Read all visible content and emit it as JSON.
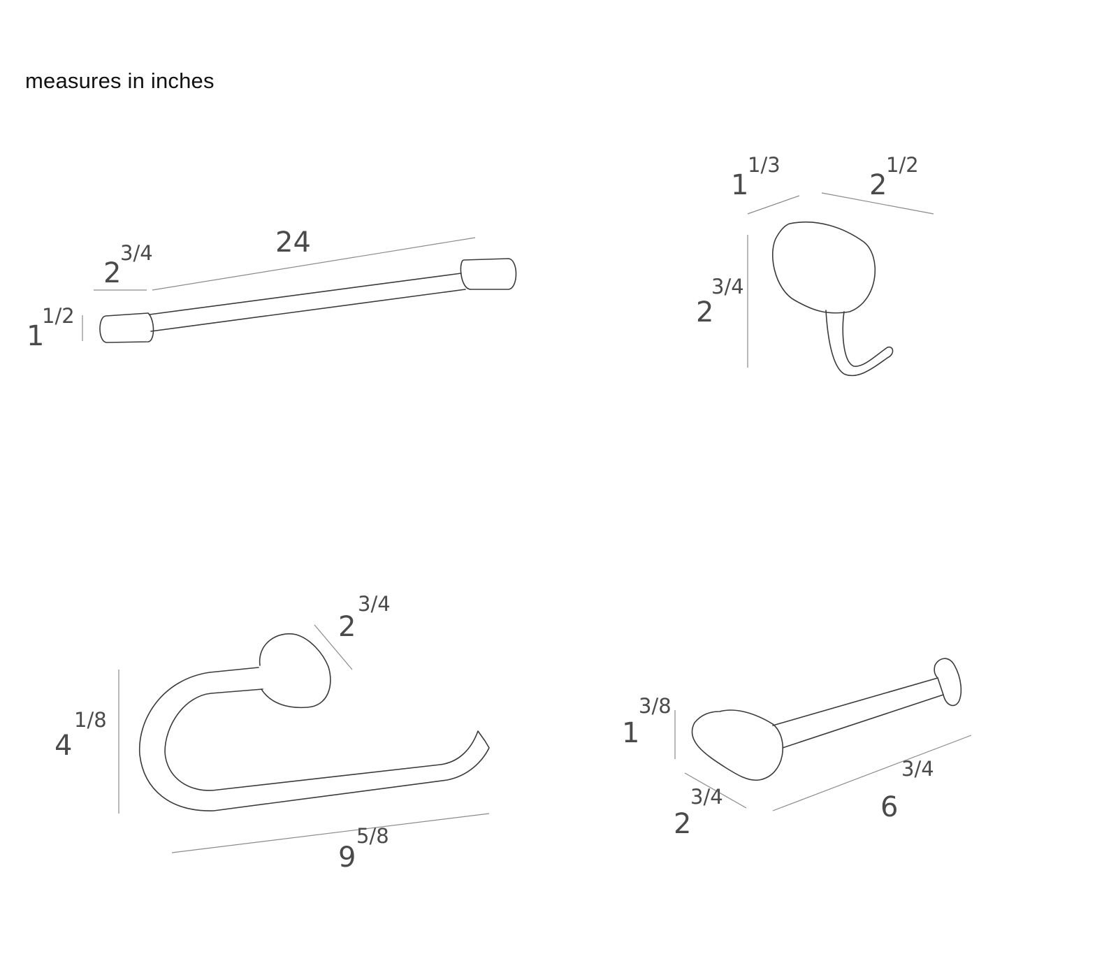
{
  "header": {
    "title": "measures in inches"
  },
  "colors": {
    "outline": "#3a3a3a",
    "dimension_line": "#8a8a8a",
    "label": "#4a4a4a"
  },
  "products": {
    "towel_bar": {
      "height": {
        "whole": "1",
        "fraction": "1/2"
      },
      "depth": {
        "whole": "2",
        "fraction": "3/4"
      },
      "length": {
        "whole": "24"
      }
    },
    "robe_hook": {
      "width": {
        "whole": "1",
        "fraction": "1/3"
      },
      "depth": {
        "whole": "2",
        "fraction": "1/2"
      },
      "height": {
        "whole": "2",
        "fraction": "3/4"
      }
    },
    "towel_ring": {
      "depth": {
        "whole": "2",
        "fraction": "3/4"
      },
      "height": {
        "whole": "4",
        "fraction": "1/8"
      },
      "length": {
        "whole": "9",
        "fraction": "5/8"
      }
    },
    "paper_holder": {
      "height": {
        "whole": "1",
        "fraction": "3/8"
      },
      "depth": {
        "whole": "2",
        "fraction": "3/4"
      },
      "length": {
        "whole": "6",
        "fraction": "3/4"
      }
    }
  }
}
